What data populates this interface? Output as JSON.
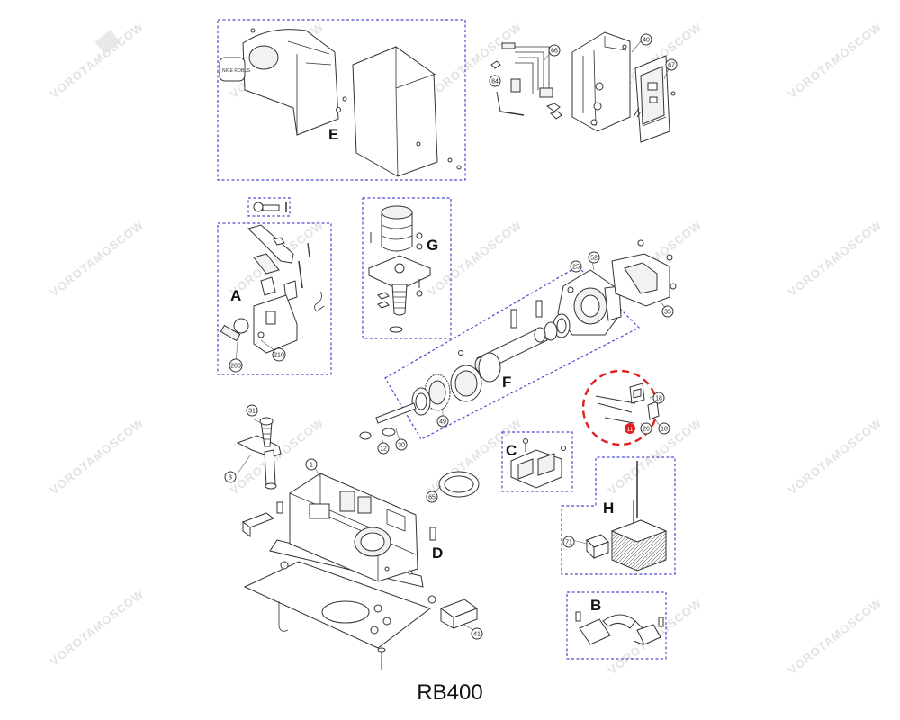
{
  "title": "RB400",
  "groups": {
    "E": "E",
    "A": "A",
    "G": "G",
    "F": "F",
    "C": "C",
    "H": "H",
    "D": "D",
    "B": "B"
  },
  "parts": {
    "p66": "66",
    "p40": "40",
    "p67": "67",
    "p84": "84",
    "p25": "25",
    "p52": "52",
    "p35": "35",
    "p49": "49",
    "p12": "12",
    "p30": "30",
    "p200": "200",
    "p210": "210",
    "p31": "31",
    "p3": "3",
    "p1": "1",
    "p65": "65",
    "p41": "41",
    "p71": "71",
    "p18a": "18",
    "p18b": "18",
    "p11": "11",
    "p26": "26"
  },
  "watermark": "VOROTAMOSCOW",
  "highlight_color": "#e02020",
  "group_box_color": "#4a4ad0"
}
